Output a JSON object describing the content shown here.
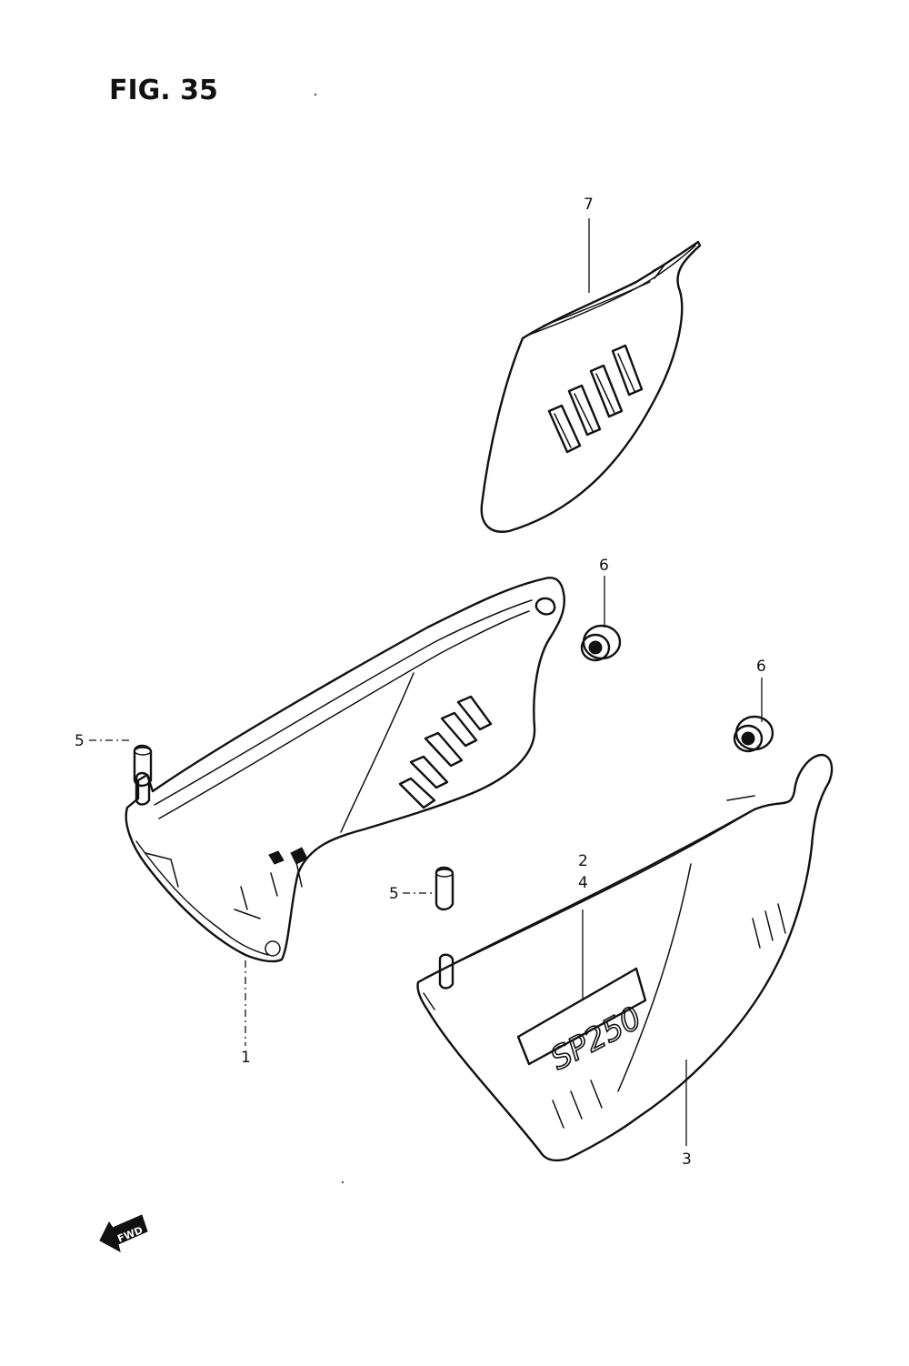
{
  "figure": {
    "title": "FIG. 35"
  },
  "parts": [
    {
      "ref": "1"
    },
    {
      "ref": "2"
    },
    {
      "ref": "3"
    },
    {
      "ref": "4"
    },
    {
      "ref": "5"
    },
    {
      "ref": "5"
    },
    {
      "ref": "6"
    },
    {
      "ref": "6"
    },
    {
      "ref": "7"
    }
  ],
  "emblem_text": "SP250",
  "direction_marker": {
    "text": "FWD"
  }
}
